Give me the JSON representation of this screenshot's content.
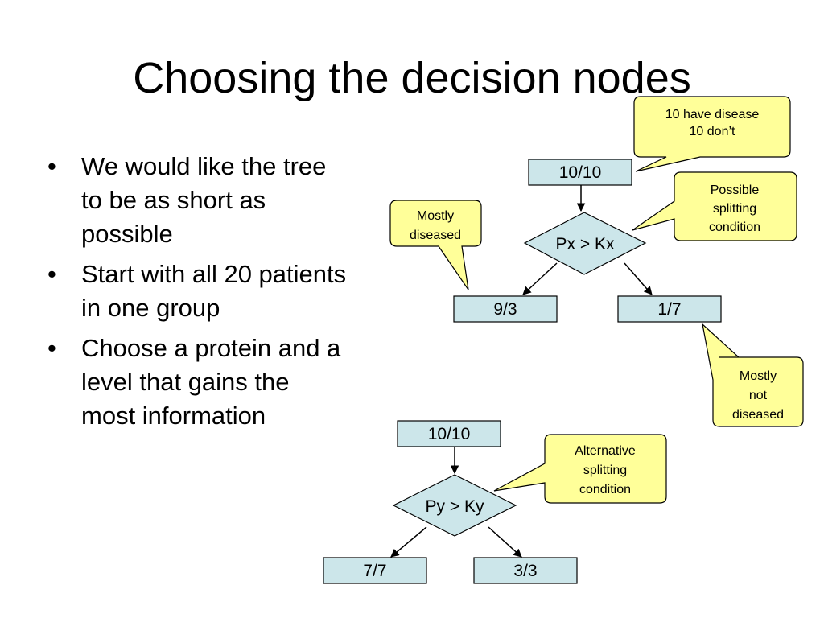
{
  "slide": {
    "title": "Choosing the decision nodes",
    "bullets": [
      "We would like the tree to be as short as possible",
      "Start with all 20 patients in one group",
      "Choose a protein and a level that gains the most information"
    ]
  },
  "colors": {
    "node_fill": "#cce6ea",
    "callout_fill": "#ffff99"
  },
  "tree1": {
    "root": "10/10",
    "decision": "Px > Kx",
    "left_leaf": "9/3",
    "right_leaf": "1/7",
    "callouts": {
      "root_note": [
        "10 have disease",
        "10 don’t"
      ],
      "condition_note": [
        "Possible",
        "splitting",
        "condition"
      ],
      "left_note": [
        "Mostly",
        "diseased"
      ],
      "right_note": [
        "Mostly",
        "not",
        "diseased"
      ]
    }
  },
  "tree2": {
    "root": "10/10",
    "decision": "Py > Ky",
    "left_leaf": "7/7",
    "right_leaf": "3/3",
    "callouts": {
      "condition_note": [
        "Alternative",
        "splitting",
        "condition"
      ]
    }
  }
}
